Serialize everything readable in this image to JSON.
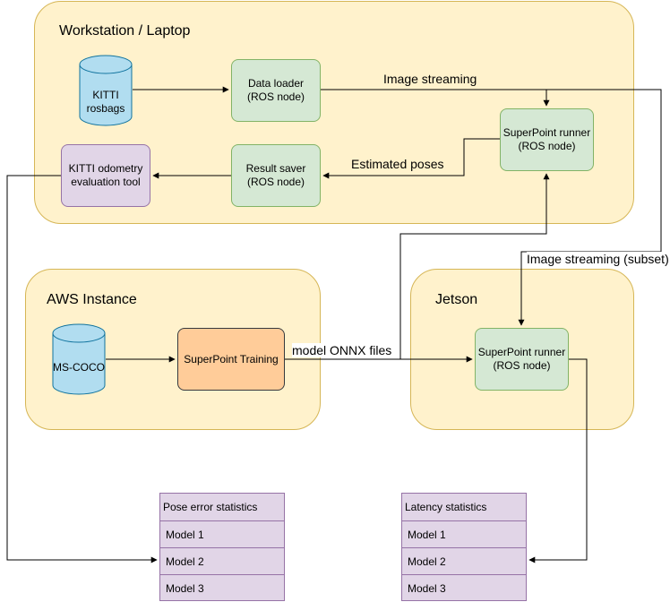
{
  "groups": {
    "workstation": "Workstation / Laptop",
    "aws": "AWS Instance",
    "jetson": "Jetson"
  },
  "nodes": {
    "kitti_rosbags": "KITTI\nrosbags",
    "data_loader": "Data loader\n(ROS node)",
    "superpoint_runner_ws": "SuperPoint runner\n(ROS node)",
    "kitti_eval": "KITTI odometry\nevaluation tool",
    "result_saver": "Result saver\n(ROS node)",
    "ms_coco": "MS-COCO",
    "superpoint_training": "SuperPoint Training",
    "superpoint_runner_jetson": "SuperPoint runner\n(ROS node)"
  },
  "edge_labels": {
    "image_streaming": "Image streaming",
    "estimated_poses": "Estimated poses",
    "image_streaming_subset": "Image streaming (subset)",
    "model_onnx": "model ONNX files"
  },
  "tables": {
    "pose_error": {
      "title": "Pose error statistics",
      "rows": [
        "Model 1",
        "Model 2",
        "Model 3"
      ]
    },
    "latency": {
      "title": "Latency statistics",
      "rows": [
        "Model 1",
        "Model 2",
        "Model 3"
      ]
    }
  }
}
